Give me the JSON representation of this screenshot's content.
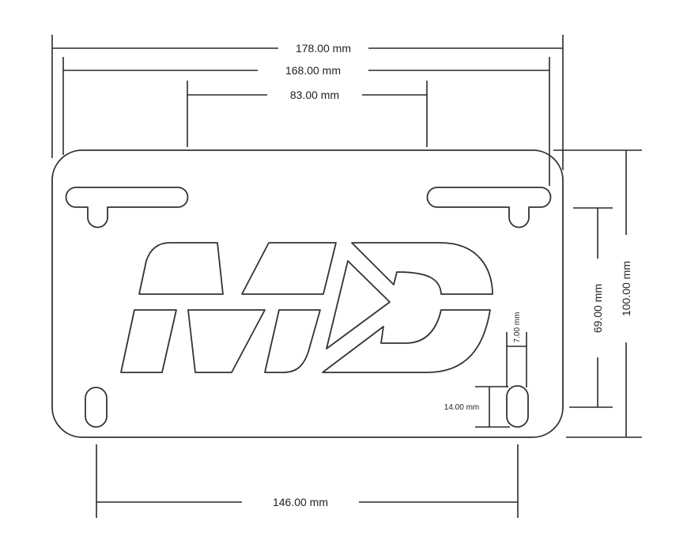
{
  "dimensions": {
    "overall_width": "178.00 mm",
    "slot_span": "168.00 mm",
    "slot_gap": "83.00 mm",
    "overall_height": "100.00 mm",
    "slot_vertical": "69.00 mm",
    "bottom_hole_span": "146.00 mm",
    "hole_height": "14.00 mm",
    "hole_width": "7.00 mm"
  },
  "logo": {
    "text": "MD"
  }
}
